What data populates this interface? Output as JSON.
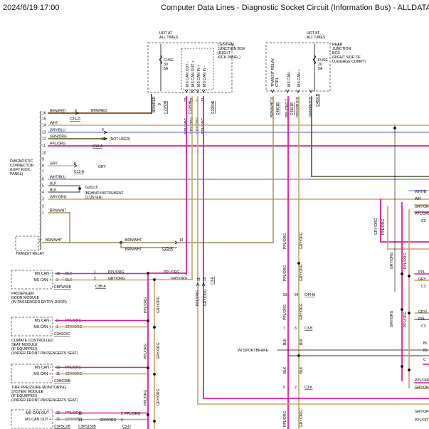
{
  "header": {
    "datetime": "2024/6/19 17:00",
    "title": "Computer Data Lines - Diagnostic Socket Circuit (Information Bus) - ALLDATA R"
  },
  "colors": {
    "brn_red": "#7a4a10",
    "tan_wht": "#c8a882",
    "blue": "#8090e6",
    "green": "#4b5a14",
    "magenta": "#e6199b",
    "brn_wht": "#a08658",
    "tan_gry": "#c8a06a",
    "gry_wht": "#c8c8c8"
  },
  "central_box": {
    "hot_label": "HOT AT\nALL TIMES",
    "fuse_label": "FUSE\n30\n5A",
    "name": "CENTRAL\nJUNCTION BOX\n(RIGHT\nKICK PANEL)",
    "pins": [
      "MS CAN OUT -",
      "MS CAN OUT +",
      "MS CAN IN +",
      "MS CAN IN -"
    ],
    "wire_labels": [
      "PPL/ORG",
      "GRY/ORG",
      "GRY/ORG",
      "PPL/ORG"
    ],
    "pin_numbers": [
      "22",
      "29",
      "2",
      "13"
    ],
    "connectors": [
      "C2280B",
      "C2280B"
    ],
    "fuse_wire": "BRN/RED",
    "fuse_conn": "C2280B",
    "fuse_pin": "9"
  },
  "rear_box": {
    "hot_label": "HOT AT\nALL TIMES",
    "fuse_label": "FUSE\n20\n5A",
    "name": "REAR\nJUNCTION\nBOX\n(RIGHT SIDE OF\nLUGGAGE COMPT)",
    "pins": [
      "TRANSIT RELAY\nCTRL",
      "MS CAN -",
      "MS CAN +"
    ],
    "wire_labels": [
      "BRN/WHT",
      "PPL/ORG",
      "GRY/ORG",
      "GRN/RED"
    ],
    "pin_numbers": [
      "10",
      "7",
      "18",
      "15"
    ],
    "connectors": [
      "C4801B",
      "C4801B",
      "C4801B"
    ]
  },
  "diag_connector": {
    "label": "DIAGNOSTIC\nCONNECTOR\n(LEFT KICK\nPANEL)",
    "pins": [
      "16",
      "15",
      "14",
      "13",
      "12",
      "11",
      "10",
      "9",
      "8",
      "7",
      "6",
      "5",
      "4",
      "3",
      "2",
      "1"
    ],
    "wires": [
      {
        "pin": "16",
        "color": "BRN/RED",
        "mid": "6",
        "mid_label": "BRN/RED",
        "conn": "C2S-D"
      },
      {
        "pin": "15",
        "color": "",
        "mid": "",
        "mid_label": "",
        "conn": ""
      },
      {
        "pin": "14",
        "color": "WHT",
        "mid": "",
        "mid_label": "",
        "conn": ""
      },
      {
        "pin": "13",
        "color": "GRY/BLU",
        "mid": "9",
        "mid_label": "",
        "conn": ""
      },
      {
        "pin": "12",
        "color": "GRN/ORG",
        "mid": "10",
        "mid_label": "(NOT USED)",
        "conn": ""
      },
      {
        "pin": "11",
        "color": "PPL/ORG",
        "mid": "",
        "mid_label": "",
        "conn": "C12-A"
      },
      {
        "pin": "8",
        "color": "GRY",
        "mid": "8",
        "mid_label": "GRY",
        "conn": "C12-A"
      },
      {
        "pin": "6",
        "color": "WHT/BLU",
        "mid": "",
        "mid_label": "",
        "conn": ""
      },
      {
        "pin": "5",
        "color": "BLK",
        "mid": "",
        "mid_label": "",
        "conn": ""
      },
      {
        "pin": "4",
        "color": "BLK",
        "mid": "",
        "mid_label": "",
        "conn": ""
      },
      {
        "pin": "3",
        "color": "GRY/ORG",
        "mid": "",
        "mid_label": "",
        "conn": ""
      },
      {
        "pin": "1",
        "color": "BRN/WHT",
        "mid": "",
        "mid_label": "",
        "conn": ""
      }
    ],
    "ground": "G20115",
    "ground_note": "(BEHIND INSTRUMENT\nCLUSTER)"
  },
  "transit_relay": {
    "label": "TRANSIT RELAY",
    "pin": "2",
    "wire": "BRN/WHT",
    "wire_right": "BRN/WHT",
    "wire_right2": "BRN/WHT",
    "conn_pin": "14",
    "conn": "C2S-R"
  },
  "modules": [
    {
      "name": "PASSENGER\nDOOR MODULE\n(IN PASSENGER ENTRY DOOR)",
      "pins": [
        {
          "label": "MS CAN -",
          "num": "15",
          "wire": "BLK"
        },
        {
          "label": "MS CAN +",
          "num": "3",
          "wire": "BLK"
        }
      ],
      "conn": "CBPW04B",
      "out_pins": [
        "1",
        "2"
      ],
      "out_wires": [
        "PPL/ORG",
        "GRY/ORG"
      ],
      "out_conn": "C3B-A",
      "right_wires": [
        "PPL/ORG",
        "GRY/ORG"
      ]
    },
    {
      "name": "CLIMATE CONTROLLED\nSEAT MODULE\n(IF EQUIPPED)\n(UNDER FRONT PASSENGER'S SEAT)",
      "pins": [
        {
          "label": "MS CAN -",
          "num": "2",
          "wire": "PPL/ORG"
        },
        {
          "label": "MS CAN +",
          "num": "1",
          "wire": "GRY/ORG"
        }
      ],
      "conn": "C3HS03C"
    },
    {
      "name": "TIRE PRESSURE MONITORING\nSYSTEM MODULE\n(IF EQUIPPED)\n(UNDER FRONT PASSENGER'S SEAT)",
      "pins": [
        {
          "label": "MS CAN -",
          "num": "10",
          "wire": "PPL/ORG"
        },
        {
          "label": "MS CAN +",
          "num": "11",
          "wire": "GRY/ORG"
        }
      ],
      "conn": "C3MC39B"
    },
    {
      "name": "",
      "pins": [
        {
          "label": "MS CAN OUT -",
          "num": "10",
          "wire": "PPL/ORG"
        },
        {
          "label": "MS CAN OUT +",
          "num": "15",
          "wire": "GRY/ORG"
        }
      ],
      "conn": "C3PSC2B",
      "mid_pins": [
        "15",
        "14"
      ],
      "mid_conn": "C3PS150B",
      "out_pins": [
        "2",
        "3"
      ],
      "out_wires": [
        "PPL/ORG",
        "GRY/ORG"
      ],
      "out_conn": "C3-D"
    }
  ],
  "center": {
    "vert_labels": [
      "PPL/ORG",
      "GRY/ORG",
      "PPL/ORG",
      "GRY/ORG",
      "PPL/ORG",
      "GRY/ORG",
      "PPL/ORG",
      "GRY/ORG"
    ],
    "conn_pins": [
      "11",
      "12"
    ],
    "conn": "C3-E",
    "c44m_pins": [
      "53",
      "54"
    ],
    "c44m": "C44-M",
    "c3b_pins": [
      "7",
      "8"
    ],
    "c3b": "C3-B",
    "sport_label": "W/ SPORTBRAKE",
    "blk": [
      "BLK",
      "BLK",
      "BLK",
      "BLK"
    ],
    "c3k_pins": [
      "5",
      "2"
    ],
    "c3k": "C3-K"
  },
  "right_edge": {
    "labels": [
      "WHT/B",
      "WH",
      "GRY/ORG",
      "PPL/ORG",
      "C3",
      "PPL",
      "GRY",
      "C3",
      "GRY/",
      "PPL",
      "C3",
      "BL",
      "BL",
      "C",
      "PPL/ORG",
      "GRY/ORG",
      "GRY/OR",
      "PPL/OR"
    ],
    "vert": [
      "GRY/ORG",
      "PPL/ORG",
      "GRY/ORG",
      "PPL/ORG",
      "GRY/ORG",
      "PPL/ORG"
    ]
  }
}
